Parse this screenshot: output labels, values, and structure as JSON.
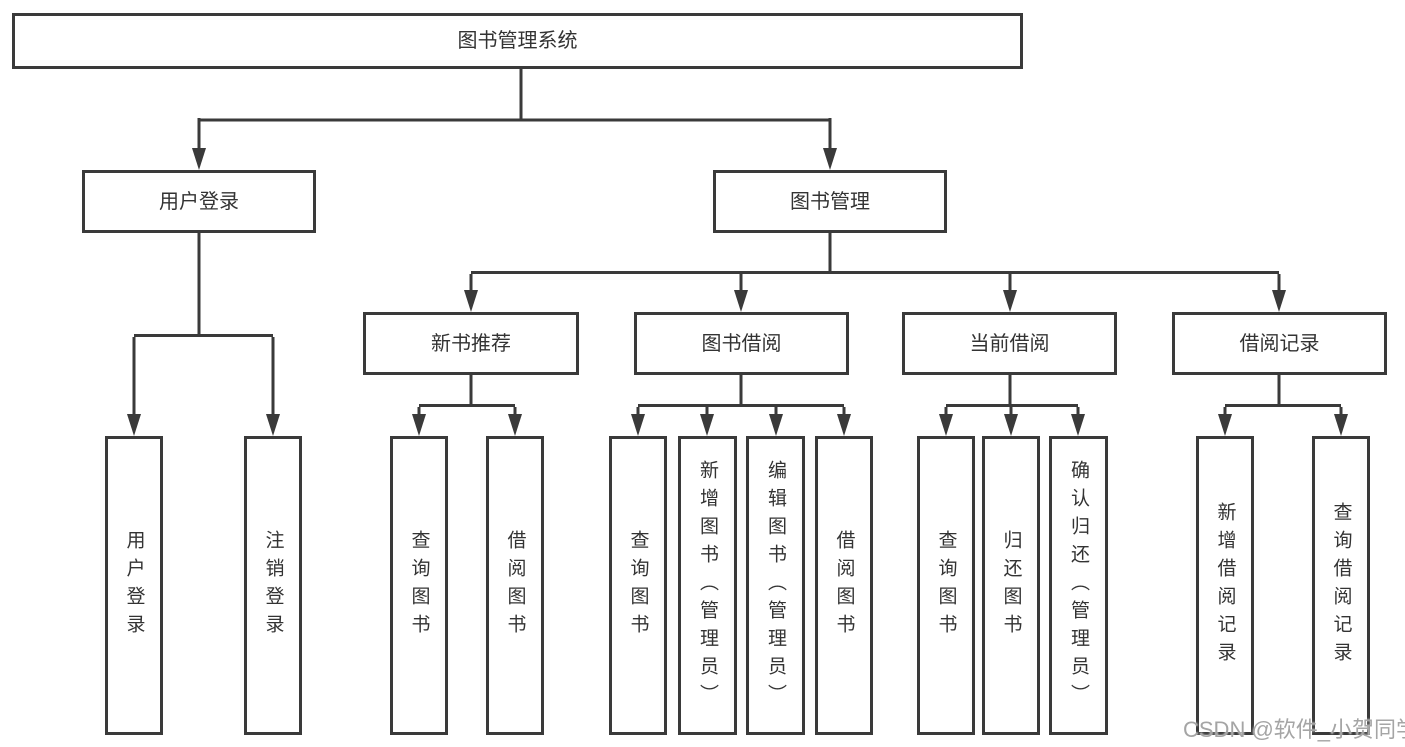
{
  "diagram": {
    "title": "图书管理系统",
    "colors": {
      "line": "#3a3a3a",
      "box_border": "#3a3a3a",
      "text": "#333333",
      "watermark": "#a5a5a5",
      "background": "#ffffff"
    },
    "root": {
      "label": "图书管理系统",
      "children": [
        {
          "label": "用户登录",
          "children": [
            {
              "label": "用户登录"
            },
            {
              "label": "注销登录"
            }
          ]
        },
        {
          "label": "图书管理",
          "children": [
            {
              "label": "新书推荐",
              "children": [
                {
                  "label": "查询图书"
                },
                {
                  "label": "借阅图书"
                }
              ]
            },
            {
              "label": "图书借阅",
              "children": [
                {
                  "label": "查询图书"
                },
                {
                  "label": "新增图书（管理员）"
                },
                {
                  "label": "编辑图书（管理员）"
                },
                {
                  "label": "借阅图书"
                }
              ]
            },
            {
              "label": "当前借阅",
              "children": [
                {
                  "label": "查询图书"
                },
                {
                  "label": "归还图书"
                },
                {
                  "label": "确认归还（管理员）"
                }
              ]
            },
            {
              "label": "借阅记录",
              "children": [
                {
                  "label": "新增借阅记录"
                },
                {
                  "label": "查询借阅记录"
                }
              ]
            }
          ]
        }
      ]
    },
    "watermark": "CSDN @软件_小贺同学"
  }
}
